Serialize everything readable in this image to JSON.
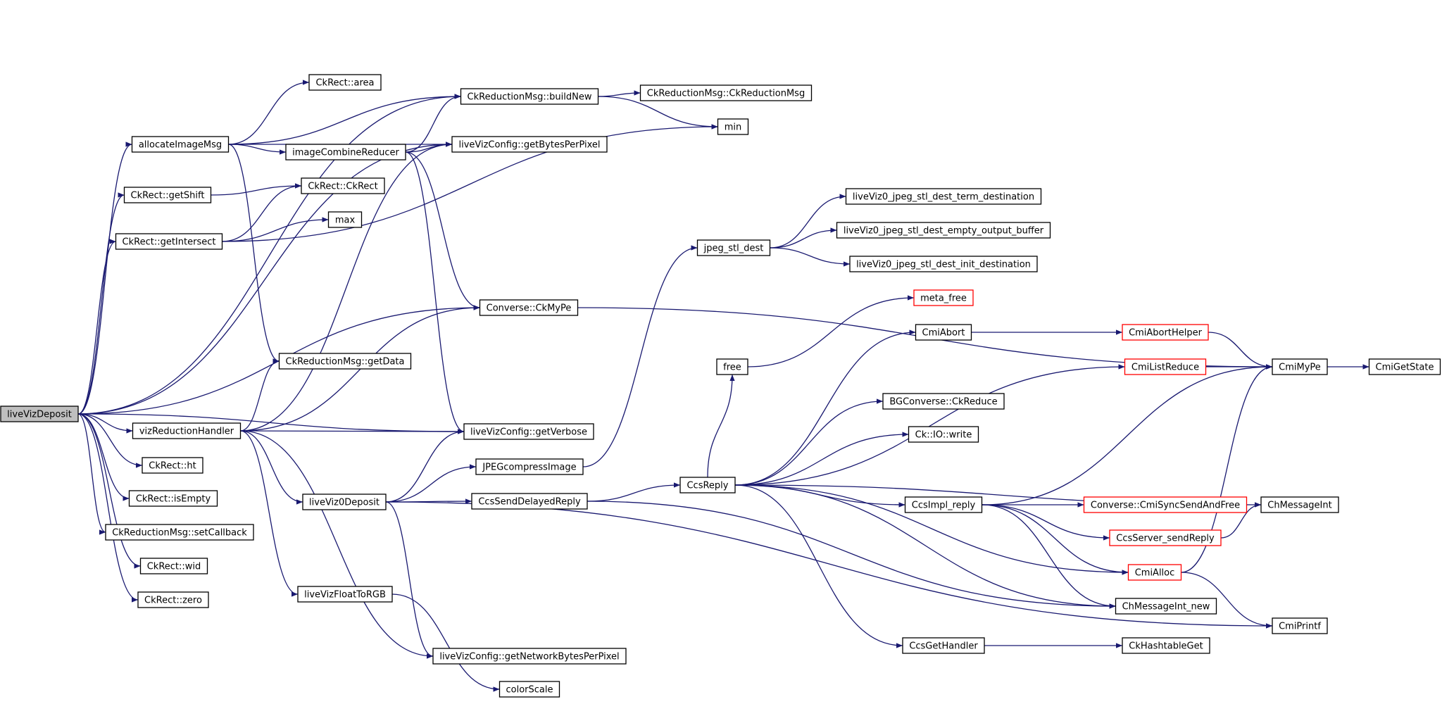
{
  "colors": {
    "edge": "#191970",
    "box_border": "#000000",
    "truncated_border": "#ff0000",
    "root_fill": "#bfbfbf",
    "box_fill": "#ffffff"
  },
  "nodes": [
    {
      "id": "liveVizDeposit",
      "label": "liveVizDeposit",
      "style": "root"
    },
    {
      "id": "allocateImageMsg",
      "label": "allocateImageMsg",
      "style": "normal"
    },
    {
      "id": "CkRect_getShift",
      "label": "CkRect::getShift",
      "style": "normal"
    },
    {
      "id": "CkRect_getIntersect",
      "label": "CkRect::getIntersect",
      "style": "normal"
    },
    {
      "id": "vizReductionHandler",
      "label": "vizReductionHandler",
      "style": "normal"
    },
    {
      "id": "CkRect_ht",
      "label": "CkRect::ht",
      "style": "normal"
    },
    {
      "id": "CkRect_isEmpty",
      "label": "CkRect::isEmpty",
      "style": "normal"
    },
    {
      "id": "CkReductionMsg_setCallback",
      "label": "CkReductionMsg::setCallback",
      "style": "normal"
    },
    {
      "id": "CkRect_wid",
      "label": "CkRect::wid",
      "style": "normal"
    },
    {
      "id": "CkRect_zero",
      "label": "CkRect::zero",
      "style": "normal"
    },
    {
      "id": "CkRect_area",
      "label": "CkRect::area",
      "style": "normal"
    },
    {
      "id": "imageCombineReducer",
      "label": "imageCombineReducer",
      "style": "normal"
    },
    {
      "id": "CkRect_CkRect",
      "label": "CkRect::CkRect",
      "style": "normal"
    },
    {
      "id": "max",
      "label": "max",
      "style": "normal"
    },
    {
      "id": "CkReductionMsg_getData",
      "label": "CkReductionMsg::getData",
      "style": "normal"
    },
    {
      "id": "liveViz0Deposit",
      "label": "liveViz0Deposit",
      "style": "normal"
    },
    {
      "id": "liveVizFloatToRGB",
      "label": "liveVizFloatToRGB",
      "style": "normal"
    },
    {
      "id": "CkReductionMsg_buildNew",
      "label": "CkReductionMsg::buildNew",
      "style": "normal"
    },
    {
      "id": "liveVizConfig_getBytesPerPixel",
      "label": "liveVizConfig::getBytesPerPixel",
      "style": "normal"
    },
    {
      "id": "Converse_CkMyPe",
      "label": "Converse::CkMyPe",
      "style": "normal"
    },
    {
      "id": "liveVizConfig_getVerbose",
      "label": "liveVizConfig::getVerbose",
      "style": "normal"
    },
    {
      "id": "JPEGcompressImage",
      "label": "JPEGcompressImage",
      "style": "normal"
    },
    {
      "id": "CcsSendDelayedReply",
      "label": "CcsSendDelayedReply",
      "style": "normal"
    },
    {
      "id": "liveVizConfig_getNetworkBytesPerPixel",
      "label": "liveVizConfig::getNetworkBytesPerPixel",
      "style": "normal"
    },
    {
      "id": "colorScale",
      "label": "colorScale",
      "style": "normal"
    },
    {
      "id": "CkReductionMsg_CkReductionMsg",
      "label": "CkReductionMsg::CkReductionMsg",
      "style": "normal"
    },
    {
      "id": "min",
      "label": "min",
      "style": "normal"
    },
    {
      "id": "jpeg_stl_dest",
      "label": "jpeg_stl_dest",
      "style": "normal"
    },
    {
      "id": "free",
      "label": "free",
      "style": "normal"
    },
    {
      "id": "CcsReply",
      "label": "CcsReply",
      "style": "normal"
    },
    {
      "id": "lv_term",
      "label": "liveViz0_jpeg_stl_dest_term_destination",
      "style": "normal"
    },
    {
      "id": "lv_empty",
      "label": "liveViz0_jpeg_stl_dest_empty_output_buffer",
      "style": "normal"
    },
    {
      "id": "lv_init",
      "label": "liveViz0_jpeg_stl_dest_init_destination",
      "style": "normal"
    },
    {
      "id": "meta_free",
      "label": "meta_free",
      "style": "truncated"
    },
    {
      "id": "CmiAbort",
      "label": "CmiAbort",
      "style": "normal"
    },
    {
      "id": "BGConverse_CkReduce",
      "label": "BGConverse::CkReduce",
      "style": "normal"
    },
    {
      "id": "Ck_IO_write",
      "label": "Ck::IO::write",
      "style": "normal"
    },
    {
      "id": "CcsImpl_reply",
      "label": "CcsImpl_reply",
      "style": "normal"
    },
    {
      "id": "CcsGetHandler",
      "label": "CcsGetHandler",
      "style": "normal"
    },
    {
      "id": "CmiAbortHelper",
      "label": "CmiAbortHelper",
      "style": "truncated"
    },
    {
      "id": "CmiListReduce",
      "label": "CmiListReduce",
      "style": "truncated"
    },
    {
      "id": "Converse_CmiSyncSendAndFree",
      "label": "Converse::CmiSyncSendAndFree",
      "style": "truncated"
    },
    {
      "id": "CcsServer_sendReply",
      "label": "CcsServer_sendReply",
      "style": "truncated"
    },
    {
      "id": "CmiAlloc",
      "label": "CmiAlloc",
      "style": "truncated"
    },
    {
      "id": "ChMessageInt_new",
      "label": "ChMessageInt_new",
      "style": "normal"
    },
    {
      "id": "CkHashtableGet",
      "label": "CkHashtableGet",
      "style": "normal"
    },
    {
      "id": "CmiMyPe",
      "label": "CmiMyPe",
      "style": "normal"
    },
    {
      "id": "ChMessageInt",
      "label": "ChMessageInt",
      "style": "normal"
    },
    {
      "id": "CmiPrintf",
      "label": "CmiPrintf",
      "style": "normal"
    },
    {
      "id": "CmiGetState",
      "label": "CmiGetState",
      "style": "normal"
    }
  ],
  "edges": [
    [
      "liveVizDeposit",
      "allocateImageMsg"
    ],
    [
      "liveVizDeposit",
      "CkRect_getShift"
    ],
    [
      "liveVizDeposit",
      "CkRect_getIntersect"
    ],
    [
      "liveVizDeposit",
      "vizReductionHandler"
    ],
    [
      "liveVizDeposit",
      "CkRect_ht"
    ],
    [
      "liveVizDeposit",
      "CkRect_isEmpty"
    ],
    [
      "liveVizDeposit",
      "CkReductionMsg_setCallback"
    ],
    [
      "liveVizDeposit",
      "CkRect_wid"
    ],
    [
      "liveVizDeposit",
      "CkRect_zero"
    ],
    [
      "liveVizDeposit",
      "CkReductionMsg_buildNew"
    ],
    [
      "liveVizDeposit",
      "liveVizConfig_getBytesPerPixel"
    ],
    [
      "liveVizDeposit",
      "Converse_CkMyPe"
    ],
    [
      "liveVizDeposit",
      "liveVizConfig_getVerbose"
    ],
    [
      "allocateImageMsg",
      "CkRect_area"
    ],
    [
      "allocateImageMsg",
      "imageCombineReducer"
    ],
    [
      "allocateImageMsg",
      "CkReductionMsg_buildNew"
    ],
    [
      "allocateImageMsg",
      "liveVizConfig_getBytesPerPixel"
    ],
    [
      "allocateImageMsg",
      "CkReductionMsg_getData"
    ],
    [
      "imageCombineReducer",
      "CkReductionMsg_buildNew"
    ],
    [
      "imageCombineReducer",
      "liveVizConfig_getBytesPerPixel"
    ],
    [
      "imageCombineReducer",
      "Converse_CkMyPe"
    ],
    [
      "imageCombineReducer",
      "liveVizConfig_getVerbose"
    ],
    [
      "CkRect_getShift",
      "CkRect_CkRect"
    ],
    [
      "CkRect_getIntersect",
      "CkRect_CkRect"
    ],
    [
      "CkRect_getIntersect",
      "max"
    ],
    [
      "CkRect_getIntersect",
      "min"
    ],
    [
      "vizReductionHandler",
      "liveVizConfig_getBytesPerPixel"
    ],
    [
      "vizReductionHandler",
      "CkReductionMsg_getData"
    ],
    [
      "vizReductionHandler",
      "Converse_CkMyPe"
    ],
    [
      "vizReductionHandler",
      "liveVizConfig_getVerbose"
    ],
    [
      "vizReductionHandler",
      "liveViz0Deposit"
    ],
    [
      "vizReductionHandler",
      "liveVizFloatToRGB"
    ],
    [
      "vizReductionHandler",
      "liveVizConfig_getNetworkBytesPerPixel"
    ],
    [
      "CkReductionMsg_buildNew",
      "CkReductionMsg_CkReductionMsg"
    ],
    [
      "CkReductionMsg_buildNew",
      "min"
    ],
    [
      "Converse_CkMyPe",
      "CmiMyPe"
    ],
    [
      "liveViz0Deposit",
      "liveVizConfig_getVerbose"
    ],
    [
      "liveViz0Deposit",
      "JPEGcompressImage"
    ],
    [
      "liveViz0Deposit",
      "CcsSendDelayedReply"
    ],
    [
      "liveViz0Deposit",
      "liveVizConfig_getNetworkBytesPerPixel"
    ],
    [
      "liveViz0Deposit",
      "CmiPrintf"
    ],
    [
      "liveVizFloatToRGB",
      "colorScale"
    ],
    [
      "JPEGcompressImage",
      "jpeg_stl_dest"
    ],
    [
      "CcsSendDelayedReply",
      "CcsReply"
    ],
    [
      "CcsSendDelayedReply",
      "ChMessageInt_new"
    ],
    [
      "jpeg_stl_dest",
      "lv_term"
    ],
    [
      "jpeg_stl_dest",
      "lv_empty"
    ],
    [
      "jpeg_stl_dest",
      "lv_init"
    ],
    [
      "free",
      "meta_free"
    ],
    [
      "CcsReply",
      "free"
    ],
    [
      "CcsReply",
      "CmiAbort"
    ],
    [
      "CcsReply",
      "CmiListReduce"
    ],
    [
      "CcsReply",
      "BGConverse_CkReduce"
    ],
    [
      "CcsReply",
      "Ck_IO_write"
    ],
    [
      "CcsReply",
      "ChMessageInt"
    ],
    [
      "CcsReply",
      "CcsImpl_reply"
    ],
    [
      "CcsReply",
      "CmiAlloc"
    ],
    [
      "CcsReply",
      "ChMessageInt_new"
    ],
    [
      "CcsReply",
      "CcsGetHandler"
    ],
    [
      "CmiAbort",
      "CmiAbortHelper"
    ],
    [
      "CmiAbortHelper",
      "CmiMyPe"
    ],
    [
      "CmiListReduce",
      "CmiMyPe"
    ],
    [
      "CcsImpl_reply",
      "CmiMyPe"
    ],
    [
      "CcsImpl_reply",
      "Converse_CmiSyncSendAndFree"
    ],
    [
      "CcsImpl_reply",
      "CcsServer_sendReply"
    ],
    [
      "CcsImpl_reply",
      "CmiAlloc"
    ],
    [
      "CcsImpl_reply",
      "ChMessageInt_new"
    ],
    [
      "CcsServer_sendReply",
      "ChMessageInt"
    ],
    [
      "CmiAlloc",
      "CmiMyPe"
    ],
    [
      "CmiAlloc",
      "CmiPrintf"
    ],
    [
      "CcsGetHandler",
      "CkHashtableGet"
    ],
    [
      "CmiMyPe",
      "CmiGetState"
    ]
  ]
}
